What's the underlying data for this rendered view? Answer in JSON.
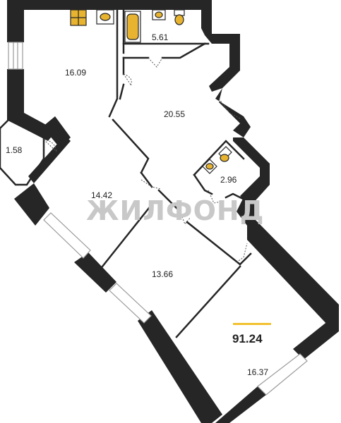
{
  "plan": {
    "rooms": [
      {
        "id": "kitchen",
        "area": "16.09"
      },
      {
        "id": "bathroom",
        "area": "5.61"
      },
      {
        "id": "hall",
        "area": "20.55"
      },
      {
        "id": "balcony",
        "area": "1.58"
      },
      {
        "id": "wc",
        "area": "2.96"
      },
      {
        "id": "bedroom-1",
        "area": "14.42"
      },
      {
        "id": "bedroom-2",
        "area": "13.66"
      },
      {
        "id": "living-room",
        "area": "16.37"
      }
    ],
    "total_area": "91.24",
    "watermark": "ЖИЛФОНД",
    "colors": {
      "wall": "#262626",
      "fixture": "#e8b430",
      "accent": "#f2c12e",
      "watermark": "#c8c8c8"
    }
  }
}
